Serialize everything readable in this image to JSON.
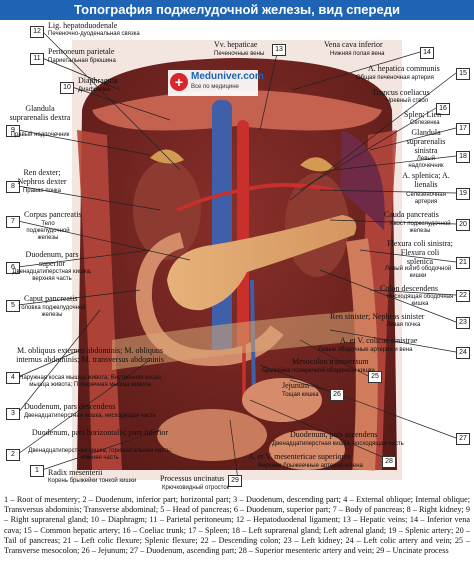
{
  "title": "Топография поджелудочной железы, вид спереди",
  "brand": {
    "name": "Meduniver.com",
    "tagline": "Все по медицине",
    "mark": "+"
  },
  "callouts": [
    {
      "n": "1",
      "lat": "Radix mesenterii",
      "ru": "Корень брыжейки тонкой кишки"
    },
    {
      "n": "2",
      "lat": "Duodenum, pars horizontalis; pars inferior",
      "ru": "Двенадцатиперстная кишка, горизонтальная часть; нижняя часть"
    },
    {
      "n": "3",
      "lat": "Duodenum, pars descendens",
      "ru": "Двенадцатиперстная кишка, нисходящая часть"
    },
    {
      "n": "4",
      "lat": "M. obliquus externus abdominis; M. obliquus internus abdominis; M. transversus abdominis",
      "ru": "Наружная косая мышца живота; Внутренняя косая мышца живота; Поперечная мышца живота"
    },
    {
      "n": "5",
      "lat": "Caput pancreatis",
      "ru": "Головка поджелудочной железы"
    },
    {
      "n": "6",
      "lat": "Duodenum, pars superior",
      "ru": "Двенадцатиперстная кишка, верхняя часть"
    },
    {
      "n": "7",
      "lat": "Corpus pancreatis",
      "ru": "Тело поджелудочной железы"
    },
    {
      "n": "8",
      "lat": "Ren dexter; Nephros dexter",
      "ru": "Правая почка"
    },
    {
      "n": "9",
      "lat": "Glandula suprarenalis dextra",
      "ru": "Правый надпочечник"
    },
    {
      "n": "10",
      "lat": "Diaphragma",
      "ru": "Диафрагма"
    },
    {
      "n": "11",
      "lat": "Peritoneum parietale",
      "ru": "Париетальная брюшина"
    },
    {
      "n": "12",
      "lat": "Lig. hepatoduodenale",
      "ru": "Печеночно-дуоденальная связка"
    },
    {
      "n": "13",
      "lat": "Vv. hepaticae",
      "ru": "Печеночные вены"
    },
    {
      "n": "14",
      "lat": "Vena cava inferior",
      "ru": "Нижняя полая вена"
    },
    {
      "n": "15",
      "lat": "A. hepatica communis",
      "ru": "Общая печеночная артерия"
    },
    {
      "n": "16",
      "lat": "Truncus coeliacus",
      "ru": "Чревный ствол"
    },
    {
      "n": "17",
      "lat": "Splen; Lien",
      "ru": "Селезенка"
    },
    {
      "n": "18",
      "lat": "Glandula suprarenalis sinistra",
      "ru": "Левый надпочечник"
    },
    {
      "n": "19",
      "lat": "A. splenica; A. lienalis",
      "ru": "Селезеночная артерия"
    },
    {
      "n": "20",
      "lat": "Cauda pancreatis",
      "ru": "Хвост поджелудочной железы"
    },
    {
      "n": "21",
      "lat": "Flexura coli sinistra; Flexura coli splenica",
      "ru": "Левый изгиб ободочной кишки"
    },
    {
      "n": "22",
      "lat": "Colon descendens",
      "ru": "Нисходящая ободочная кишка"
    },
    {
      "n": "23",
      "lat": "Ren sinister; Nephros sinister",
      "ru": "Левая почка"
    },
    {
      "n": "24",
      "lat": "A. et V. colicae sinistrae",
      "ru": "Левые ободочные артерия и вена"
    },
    {
      "n": "25",
      "lat": "Mesocolon transversum",
      "ru": "Брыжейка поперечной ободочной кишки"
    },
    {
      "n": "26",
      "lat": "Jejunum",
      "ru": "Тощая кишка"
    },
    {
      "n": "27",
      "lat": "Duodenum, pars ascendens",
      "ru": "Двенадцатиперстная кишка, восходящая часть"
    },
    {
      "n": "28",
      "lat": "A. et V. mesentericae superiores",
      "ru": "Верхние брыжеечные артерия и вена"
    },
    {
      "n": "29",
      "lat": "Processus uncinatus",
      "ru": "Крючковидный отросток"
    }
  ],
  "legend": "1 – Root of mesentery; 2 – Duodenum, inferior part; horizontal part; 3 – Duodenum, descending part; 4 – External oblique; Internal oblique; Transversus abdominis; Transverse abdominal; 5 – Head of pancreas; 6 – Duodenum, superior part; 7 – Body of pancreas; 8 – Right kidney; 9 – Right suprarenal gland; 10 – Diaphragm; 11 – Parietal peritoneum; 12 – Hepatoduodenal ligament; 13 – Hepatic veins; 14 – Inferior vena cava; 15 – Common hepatic artery; 16 – Coeliac trunk; 17 – Spleen; 18 – Left suprarenal gland; Left adrenal gland; 19 – Splenic artery; 20 – Tail of pancreas; 21 – Left colic flexure; Splenic flexure; 22 – Descending colon; 23 – Left kidney; 24 – Left colic artery and vein; 25 – Transverse mesocolon; 26 – Jejunum; 27 – Duodenum, ascending part; 28 – Superior mesenteric artery and vein; 29 – Uncinate process",
  "colors": {
    "title_bg": "#1f63b5",
    "muscle": "#9c2f2a",
    "organ": "#b8513f",
    "vessel_blue": "#3f5fa8",
    "artery": "#c9302c",
    "fat": "#e9c68f"
  }
}
